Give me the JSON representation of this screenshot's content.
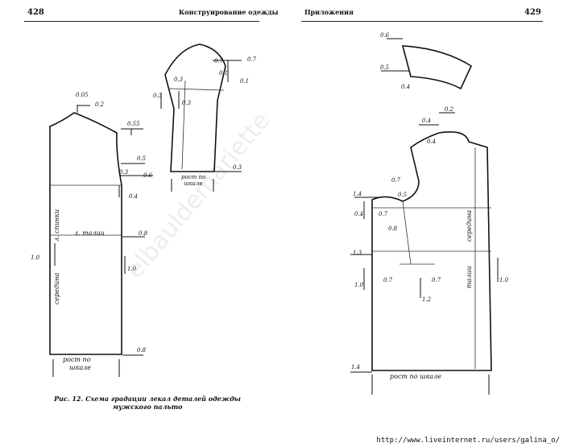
{
  "left_page": {
    "number": "428",
    "title": "Конструирование одежды"
  },
  "right_page": {
    "number": "429",
    "title": "Приложения"
  },
  "caption": {
    "line1": "Рис. 12. Схема градации лекал деталей одежды",
    "line2": "мужского пальто"
  },
  "watermark": "elbauldemariette",
  "url": "http://www.liveinternet.ru/users/galina_o/",
  "labels": {
    "v005": "0.05",
    "v02": "0.2",
    "v055": "0.55",
    "v05a": "0.5",
    "v03a": "0.3",
    "v06a": "0.6",
    "v04a": "0.4",
    "v08a": "0.8",
    "v10a": "1.0",
    "v10b": "1.0",
    "v08b": "0.8",
    "back_line": "л. спинки",
    "waist_line": "л. талии",
    "back_seam": "середина",
    "grow_left1": "рост по",
    "grow_left2": "шкале",
    "s07a": "0.7",
    "s07b": "0.7",
    "s01": "0.1",
    "s03a": "0.3",
    "s03b": "0.3",
    "s03c": "0.3",
    "s01b": "0.1",
    "s03d": "0.3",
    "sl_grow1": "рост по",
    "sl_grow2": "шкале",
    "c06": "0.6",
    "c05": "0.5",
    "c04": "0.4",
    "f02": "0.2",
    "f04a": "0.4",
    "f04b": "0.4",
    "f07a": "0.7",
    "f05": "0.5",
    "f14": "1.4",
    "f04c": "0.4",
    "f07b": "0.7",
    "f08": "0.8",
    "f13": "1.3",
    "f10a": "1.0",
    "f07c": "0.7",
    "f07d": "0.7",
    "f12": "1.2",
    "f10b": "1.0",
    "f14b": "1.4",
    "front_mid": "середина",
    "front_waist": "талии",
    "grow_right": "рост по шкале"
  }
}
